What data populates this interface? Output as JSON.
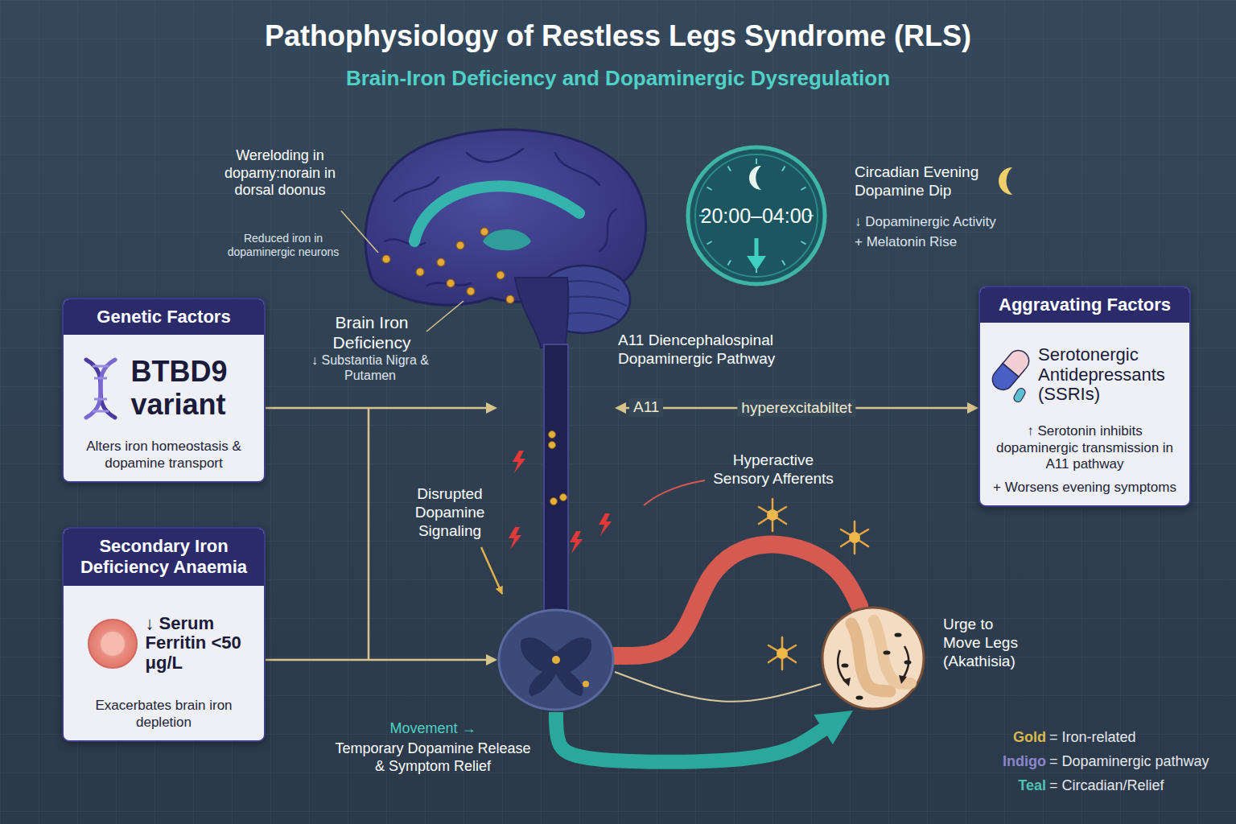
{
  "diagram": {
    "title": "Pathophysiology of Restless Legs Syndrome (RLS)",
    "nodes": [
      {
        "text": [
          "20:00–04:00"
        ]
      },
      {
        "text": [
          "Genetic Factors",
          "BTBD9 variant",
          "Alters iron homeostasis & dopamine transport"
        ]
      },
      {
        "text": [
          "Aggravating Factors",
          "Serotonergic Antidepressants (SSRIs)",
          "↑ Serotonin inhibits dopaminergic transmission in A11 pathway",
          "+ Worsens evening symptoms"
        ]
      },
      {
        "text": [
          "A11 Diencephalospinal Dopaminergic Pathway"
        ]
      },
      {
        "text": [
          "Secondary Iron Deficiency Anaemia",
          "↓ Serum Ferritin <50 μg/L",
          "Exacerbates brain iron depletion"
        ]
      },
      {
        "text": [
          "Urge to Move Legs (Akathisia)"
        ]
      }
    ],
    "edges": [
      {
        "from": 1,
        "to": 3,
        "arrow": "to"
      },
      {
        "from": 4,
        "to": 3,
        "arrow": "to"
      },
      {
        "from": 3,
        "to": 2,
        "label": "hyperexcitabiltet",
        "arrow": "both"
      },
      {
        "from": 3,
        "to": 5,
        "arrow": "none"
      },
      {
        "from": 3,
        "to": 5,
        "arrow": "to"
      },
      {
        "from": 5,
        "to": 3,
        "arrow": "none"
      }
    ],
    "labels": [
      "Brain-Iron Deficiency and Dopaminergic Dysregulation",
      "Wereloding in dopamy:norain in dorsal doonus",
      "Reduced iron in dopaminergic neurons",
      "Brain Iron Deficiency",
      "↓ Substantia Nigra & Putamen",
      "Circadian Evening Dopamine Dip",
      "↓ Dopaminergic Activity",
      "+ Melatonin Rise",
      "A11",
      "Disrupted Dopamine Signaling",
      "Hyperactive Sensory Afferents",
      "Movement →",
      "Temporary Dopamine Release & Symptom Relief",
      "Gold",
      "Indigo",
      "Teal"
    ],
    "legend": [
      {
        "text": "= Iron-related",
        "color": "#d9b84e"
      },
      {
        "text": "= Dopaminergic pathway",
        "color": "#8a86cc"
      },
      {
        "text": "= Circadian/Relief",
        "color": "#4fc1b5"
      }
    ]
  }
}
